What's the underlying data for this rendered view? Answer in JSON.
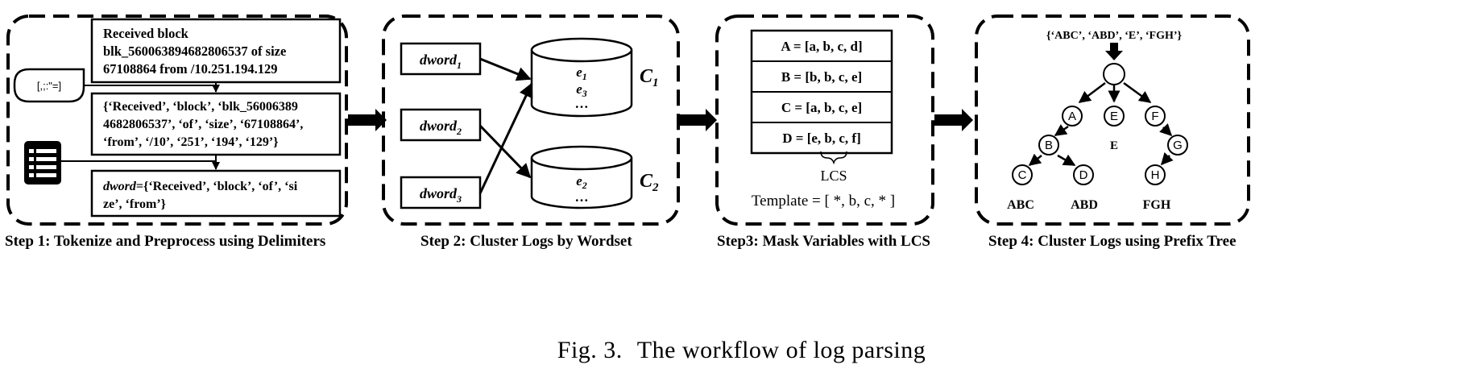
{
  "figure": {
    "caption_label": "Fig. 3.",
    "caption_text": "The workflow of log parsing"
  },
  "step1": {
    "title": "Step 1: Tokenize and Preprocess using Delimiters",
    "raw_log_lines": [
      "Received block",
      "blk_560063894682806537 of size",
      "67108864 from /10.251.194.129"
    ],
    "delimiters": "[,;:\"=]",
    "tokens_lines": [
      "{‘Received’, ‘block’, ‘blk_56006389",
      "4682806537’, ‘of’, ‘size’, ‘67108864’,",
      "‘from’, ‘/10’, ‘251’, ‘194’, ‘129’}"
    ],
    "dword_name": "dword",
    "dword_lines": [
      "={‘Received’, ‘block’, ‘of’, ‘si",
      "ze’, ‘from’}"
    ],
    "icon": "document-list-icon"
  },
  "step2": {
    "title": "Step 2: Cluster Logs by Wordset",
    "dwords": [
      {
        "name": "dword",
        "sub": "1"
      },
      {
        "name": "dword",
        "sub": "2"
      },
      {
        "name": "dword",
        "sub": "3"
      }
    ],
    "clusters": [
      {
        "label": "C",
        "sub": "1",
        "events": [
          {
            "e": "e",
            "sub": "1"
          },
          {
            "e": "e",
            "sub": "3"
          }
        ],
        "ellipsis": "…"
      },
      {
        "label": "C",
        "sub": "2",
        "events": [
          {
            "e": "e",
            "sub": "2"
          }
        ],
        "ellipsis": "…"
      }
    ]
  },
  "step3": {
    "title": "Step3: Mask Variables with LCS",
    "rows": [
      "A = [a, b, c, d]",
      "B = [b, b, c, e]",
      "C = [a, b, c, e]",
      "D = [e, b, c, f]"
    ],
    "lcs_label": "LCS",
    "template": "Template = [ *, b, c, * ]"
  },
  "step4": {
    "title": "Step 4: Cluster Logs using Prefix Tree",
    "input_set": "{‘ABC’, ‘ABD’, ‘E’, ‘FGH’}",
    "nodes": [
      "A",
      "E",
      "F",
      "B",
      "G",
      "C",
      "D",
      "H"
    ],
    "leaf_labels": [
      "ABC",
      "ABD",
      "FGH"
    ],
    "e_label": "E"
  }
}
